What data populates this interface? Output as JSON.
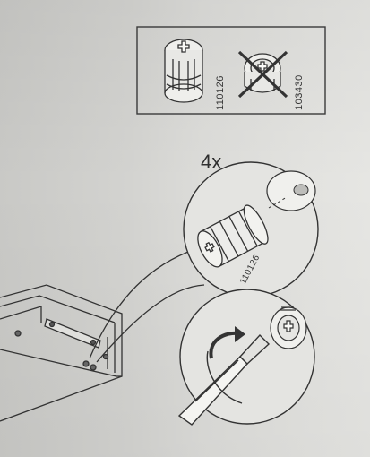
{
  "legend": {
    "part_ok_code": "110126",
    "part_wrong_code": "103430"
  },
  "step": {
    "quantity": "4x",
    "detail_part_code": "110126"
  },
  "colors": {
    "ink": "#2a2a2a",
    "paper": "#dcdcd9"
  },
  "icons": {
    "ok_part": "cam-lock-icon",
    "wrong_part": "crossed-cam-lock-icon",
    "tool": "screwdriver-icon",
    "rotation": "clockwise-arrow-icon"
  }
}
